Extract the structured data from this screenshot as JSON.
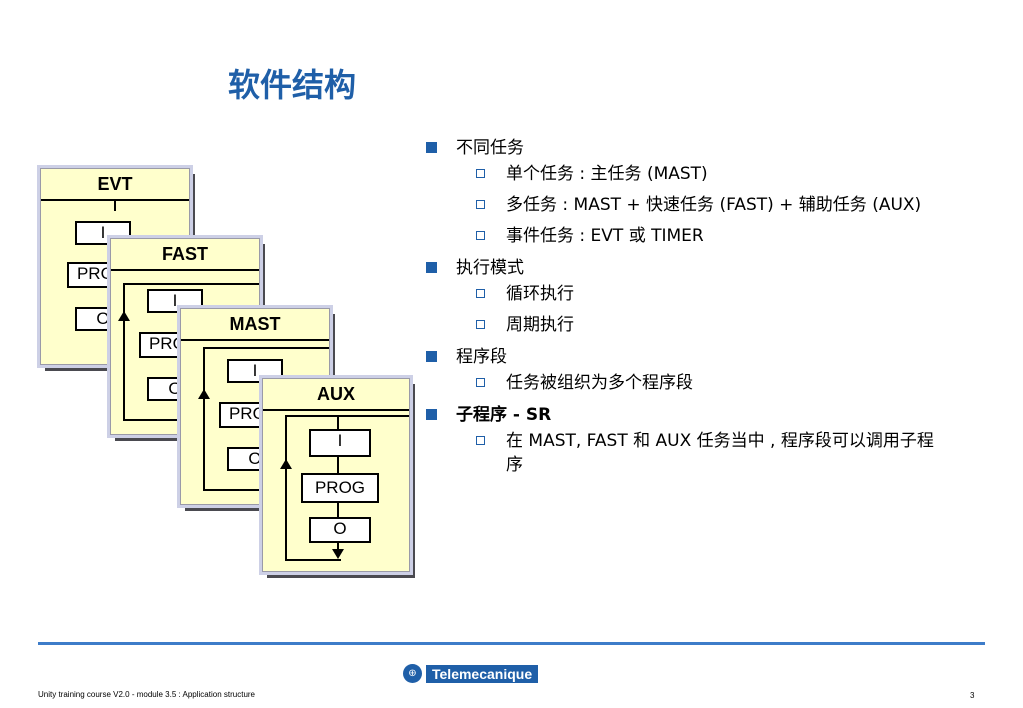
{
  "title": "软件结构",
  "diagram": {
    "cards": [
      {
        "name": "EVT",
        "input": "I",
        "prog": "PROG",
        "output": "O"
      },
      {
        "name": "FAST",
        "input": "I",
        "prog": "PROG",
        "output": "O"
      },
      {
        "name": "MAST",
        "input": "I",
        "prog": "PROG",
        "output": "O"
      },
      {
        "name": "AUX",
        "input": "I",
        "prog": "PROG",
        "output": "O"
      }
    ]
  },
  "bullets": [
    {
      "text": "不同任务",
      "sub": [
        "单个任务 : 主任务 (MAST)",
        "多任务 : MAST + 快速任务 (FAST) + 辅助任务 (AUX)",
        "事件任务 : EVT 或 TIMER"
      ]
    },
    {
      "text": "执行模式",
      "sub": [
        "循环执行",
        "周期执行"
      ]
    },
    {
      "text": "程序段",
      "sub": [
        "任务被组织为多个程序段"
      ]
    },
    {
      "text": "子程序 - SR",
      "sub": [
        "在 MAST, FAST 和 AUX 任务当中 , 程序段可以调用子程序"
      ]
    }
  ],
  "footer": {
    "left": "Unity training course V2.0 - module 3.5 : Application structure",
    "brand": "Telemecanique",
    "page": "3"
  },
  "colors": {
    "accent": "#1f5fa8",
    "card_bg": "#ffffcc",
    "rule": "#3d7cc9"
  }
}
